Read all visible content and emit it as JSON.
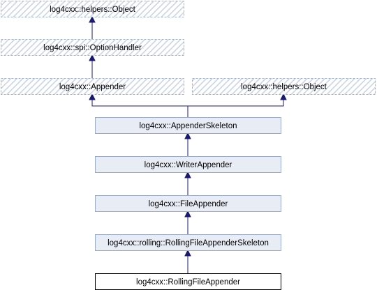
{
  "colors": {
    "edge": "#191970",
    "box_fill": "#e8edf5",
    "box_border": "#9aabcc",
    "hatch_border": "#a0b0d0",
    "hatch_stripe": "#c8d2e6",
    "current_border": "#000000",
    "current_fill": "#ffffff"
  },
  "nodes": {
    "helpers_object_top": {
      "label": "log4cxx::helpers::Object",
      "style": "hatched"
    },
    "option_handler": {
      "label": "log4cxx::spi::OptionHandler",
      "style": "hatched"
    },
    "appender": {
      "label": "log4cxx::Appender",
      "style": "hatched"
    },
    "helpers_object_right": {
      "label": "log4cxx::helpers::Object",
      "style": "hatched"
    },
    "appender_skeleton": {
      "label": "log4cxx::AppenderSkeleton",
      "style": "filled"
    },
    "writer_appender": {
      "label": "log4cxx::WriterAppender",
      "style": "filled"
    },
    "file_appender": {
      "label": "log4cxx::FileAppender",
      "style": "filled"
    },
    "rolling_file_appender_skeleton": {
      "label": "log4cxx::rolling::RollingFileAppenderSkeleton",
      "style": "filled"
    },
    "rolling_file_appender": {
      "label": "log4cxx::RollingFileAppender",
      "style": "current"
    }
  },
  "edges": [
    {
      "from": "option_handler",
      "to": "helpers_object_top"
    },
    {
      "from": "appender",
      "to": "option_handler"
    },
    {
      "from": "appender_skeleton",
      "to": "appender"
    },
    {
      "from": "appender_skeleton",
      "to": "helpers_object_right"
    },
    {
      "from": "writer_appender",
      "to": "appender_skeleton"
    },
    {
      "from": "file_appender",
      "to": "writer_appender"
    },
    {
      "from": "rolling_file_appender_skeleton",
      "to": "file_appender"
    },
    {
      "from": "rolling_file_appender",
      "to": "rolling_file_appender_skeleton"
    }
  ]
}
